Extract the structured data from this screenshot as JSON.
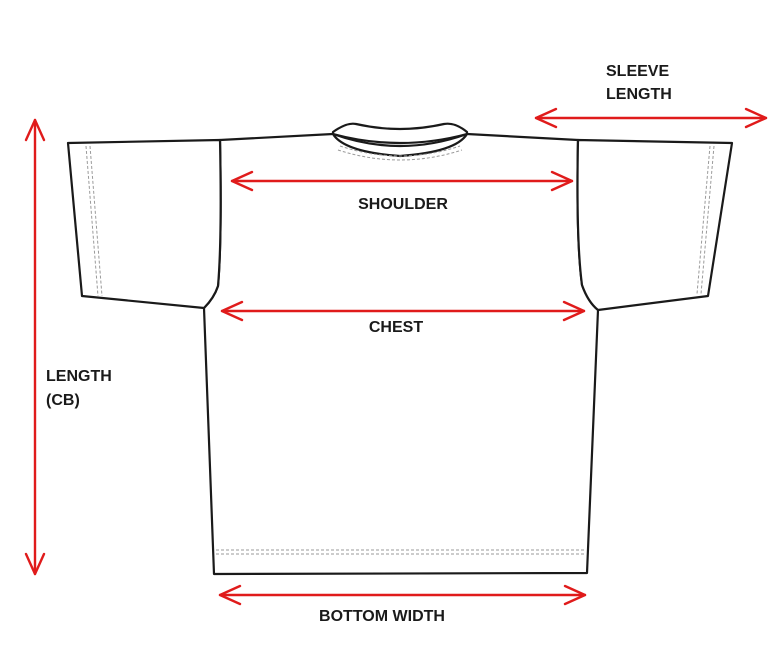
{
  "title": "",
  "colors": {
    "arrow": "#e01b1b",
    "outline": "#1a1a1a",
    "stitching": "#9a9a9a",
    "background": "#ffffff"
  },
  "labels": {
    "sleeve_length_line1": "SLEEVE",
    "sleeve_length_line2": "LENGTH",
    "shoulder": "SHOULDER",
    "chest": "CHEST",
    "length_line1": "LENGTH",
    "length_line2": "(CB)",
    "bottom_width": "BOTTOM WIDTH"
  },
  "garment": "t-shirt"
}
